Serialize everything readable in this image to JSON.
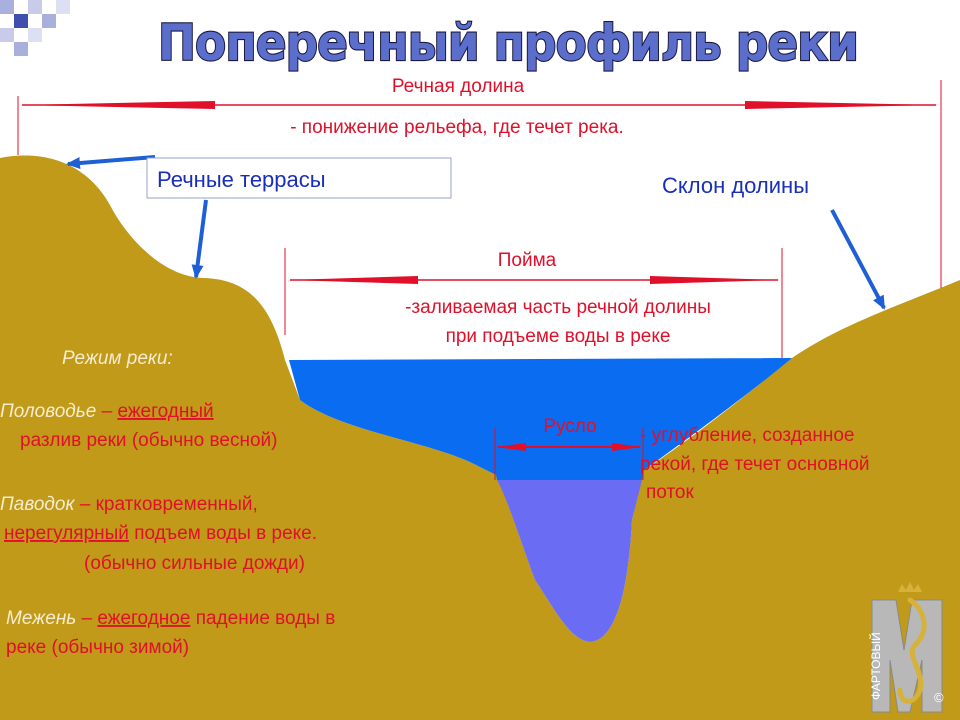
{
  "title": "Поперечный профиль реки",
  "valley": {
    "name": "Речная долина",
    "definition": "- понижение рельефа, где течет река."
  },
  "terraces_label": "Речные террасы",
  "slope_label": "Склон долины",
  "floodplain": {
    "name": "Пойма",
    "definition_line1": "-заливаемая часть речной долины",
    "definition_line2": "при подъеме воды в реке"
  },
  "channel": {
    "name": "Русло",
    "definition_line1": "- углубление, созданное",
    "definition_line2": "рекой, где течет основной",
    "definition_line3": "поток"
  },
  "regime": {
    "heading": "Режим реки:",
    "polovodye": {
      "term": "Половодье ",
      "dash": " – ",
      "kw": "ежегодный",
      "line2": "разлив реки (обычно весной)"
    },
    "pavodok": {
      "term": "Паводок",
      "rest1": " – кратковременный,",
      "kw": "нерегулярный",
      "rest2": " подъем воды в реке.",
      "line3": "(обычно сильные дожди)"
    },
    "mezhen": {
      "term": "Межень",
      "dash": " – ",
      "kw": "ежегодное",
      "rest1": " падение воды в",
      "line2": "реке (обычно зимой)"
    }
  },
  "logo": {
    "text": "ФАРТОВЫЙ",
    "copyright": "©"
  },
  "colors": {
    "ground": "#c09a18",
    "water": "#0a6cf0",
    "channel_water": "#6a6cf4",
    "arrow_red": "#e0102a",
    "arrow_blue": "#1e5fd6",
    "text_red": "#e0102a",
    "text_blue": "#1a2fb8"
  }
}
